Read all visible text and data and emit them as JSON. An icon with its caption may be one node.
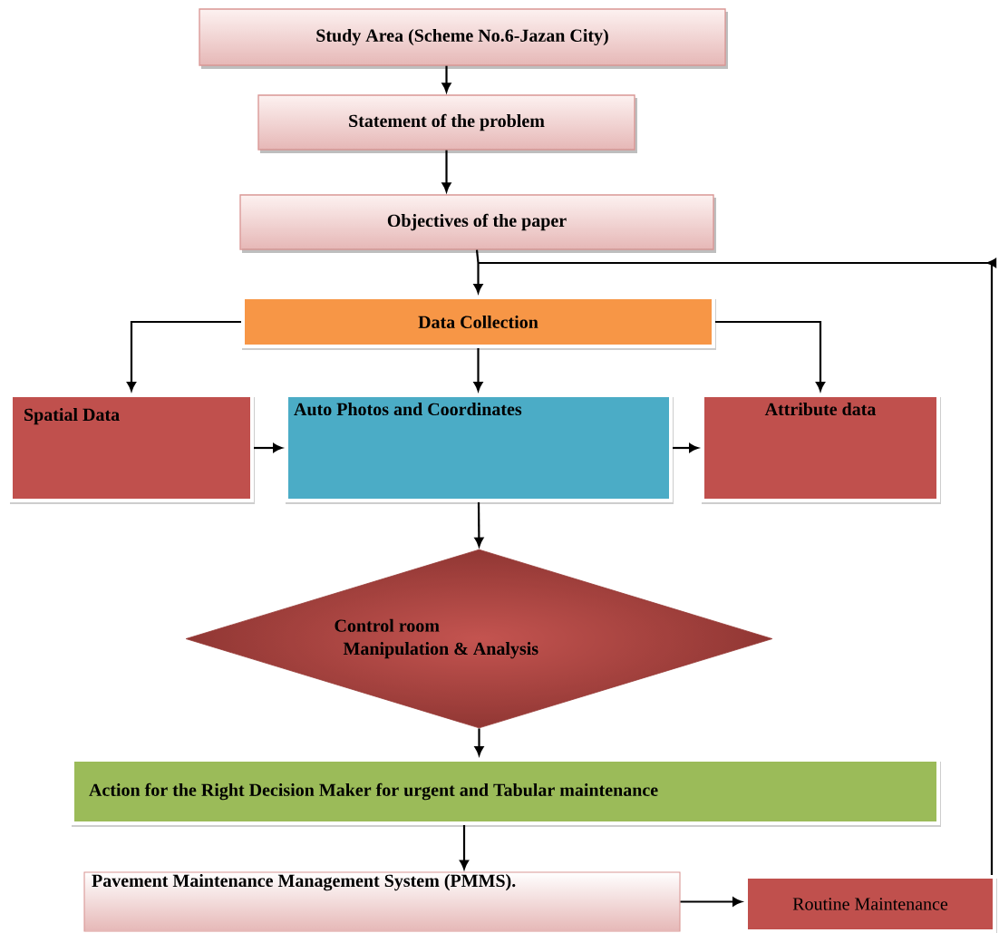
{
  "diagram": {
    "nodes": [
      {
        "text": [
          "Study Area (Scheme No.6-Jazan City)"
        ]
      },
      {
        "text": [
          "Statement of the problem"
        ]
      },
      {
        "text": [
          "Objectives of the paper"
        ]
      },
      {
        "text": [
          "Data Collection"
        ]
      },
      {
        "text": [
          "Spatial Data"
        ]
      },
      {
        "text": [
          "Auto Photos and Coordinates"
        ]
      },
      {
        "text": [
          "Attribute data"
        ]
      },
      {
        "text": [
          "Control room",
          "Manipulation & Analysis"
        ]
      },
      {
        "text": [
          "Action for the Right Decision Maker for urgent and Tabular maintenance"
        ]
      },
      {
        "text": [
          "Pavement Maintenance Management System (PMMS)."
        ]
      },
      {
        "text": [
          "Routine Maintenance"
        ]
      }
    ],
    "edges": [
      {
        "from": 0,
        "to": 1,
        "arrow": "to"
      },
      {
        "from": 1,
        "to": 2,
        "arrow": "to"
      },
      {
        "from": 2,
        "to": 3,
        "arrow": "to"
      },
      {
        "from": 3,
        "to": 4,
        "arrow": "to"
      },
      {
        "from": 3,
        "to": 5,
        "arrow": "to"
      },
      {
        "from": 3,
        "to": 6,
        "arrow": "to"
      },
      {
        "from": 4,
        "to": 5,
        "arrow": "to"
      },
      {
        "from": 5,
        "to": 6,
        "arrow": "to"
      },
      {
        "from": 5,
        "to": 7,
        "arrow": "to"
      },
      {
        "from": 7,
        "to": 8,
        "arrow": "to"
      },
      {
        "from": 8,
        "to": 9,
        "arrow": "to"
      },
      {
        "from": 9,
        "to": 10,
        "arrow": "to"
      },
      {
        "from": 10,
        "to": 3,
        "arrow": "to"
      }
    ]
  }
}
